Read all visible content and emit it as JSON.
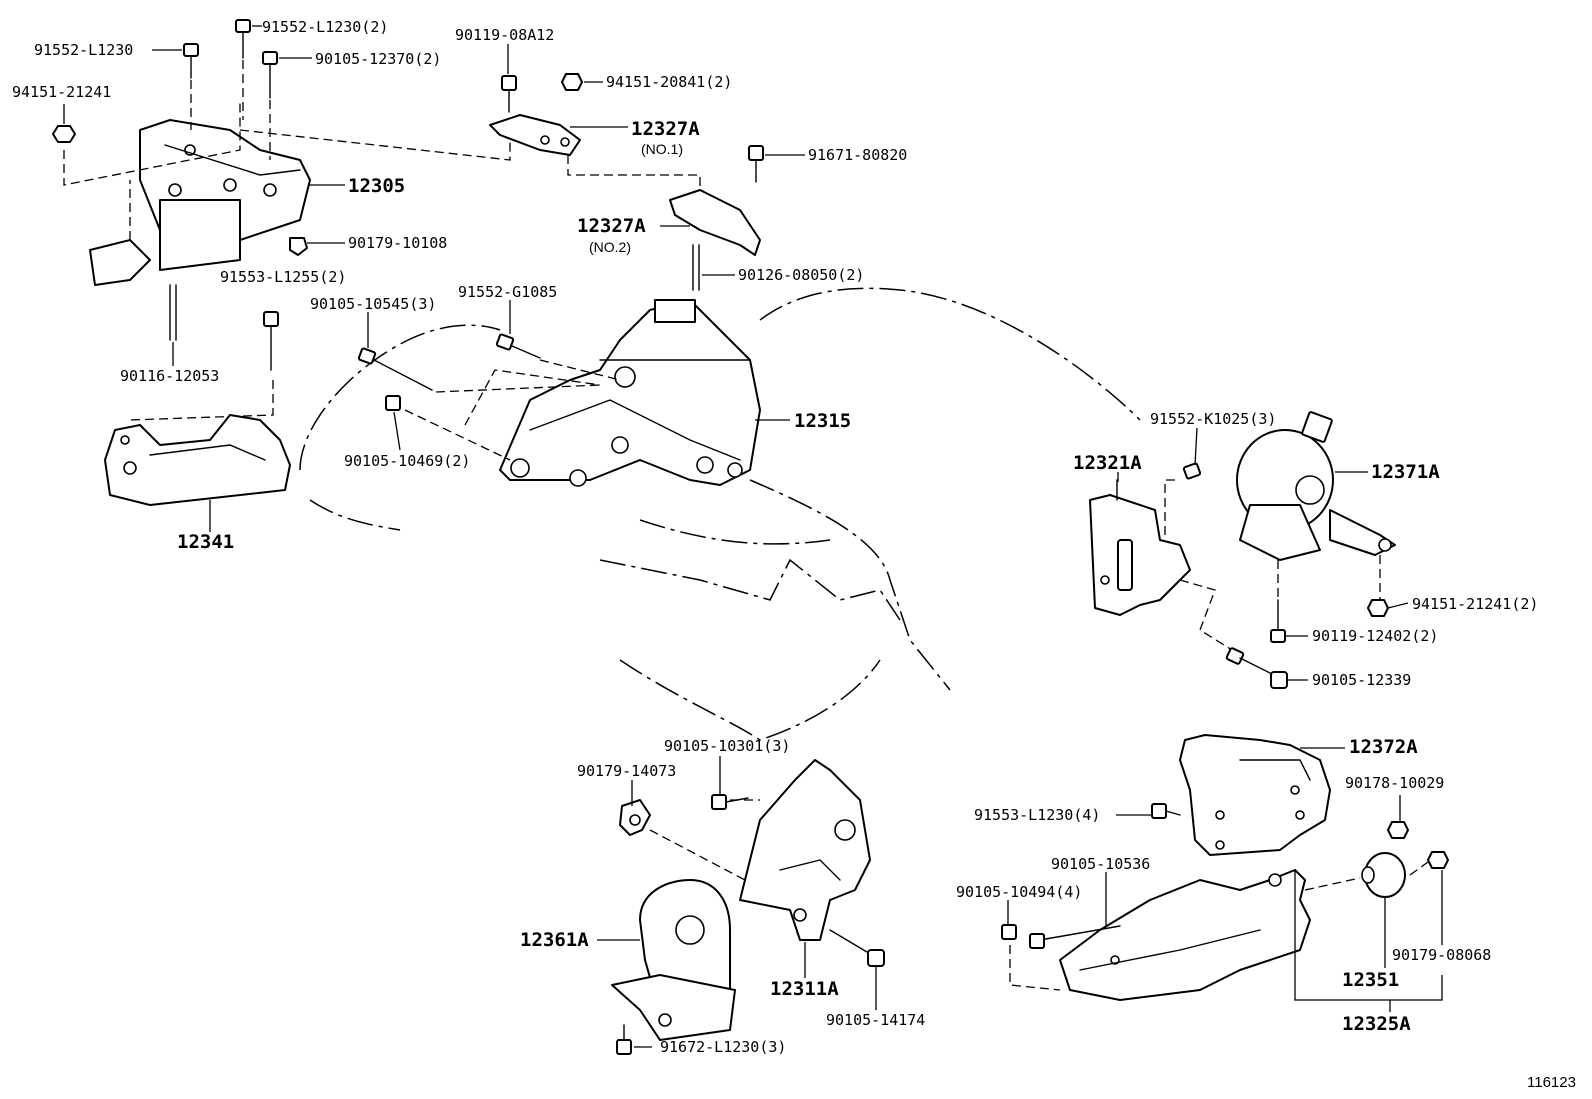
{
  "diagram": {
    "id": "116123",
    "parts": [
      {
        "key": "p91552L1230",
        "label": "91552-L1230"
      },
      {
        "key": "p91552L1230x2",
        "label": "91552-L1230(2)"
      },
      {
        "key": "p90105_12370",
        "label": "90105-12370(2)"
      },
      {
        "key": "p94151_21241a",
        "label": "94151-21241"
      },
      {
        "key": "p90119_08A12",
        "label": "90119-08A12"
      },
      {
        "key": "p94151_20841",
        "label": "94151-20841(2)"
      },
      {
        "key": "p12327A_1",
        "label": "12327A"
      },
      {
        "key": "p12327A_1n",
        "label": "(NO.1)"
      },
      {
        "key": "p91671_80820",
        "label": "91671-80820"
      },
      {
        "key": "p12305",
        "label": "12305"
      },
      {
        "key": "p90179_10108",
        "label": "90179-10108"
      },
      {
        "key": "p12327A_2",
        "label": "12327A"
      },
      {
        "key": "p12327A_2n",
        "label": "(NO.2)"
      },
      {
        "key": "p91553_L1255",
        "label": "91553-L1255(2)"
      },
      {
        "key": "p90126_08050",
        "label": "90126-08050(2)"
      },
      {
        "key": "p90105_10545",
        "label": "90105-10545(3)"
      },
      {
        "key": "p91552_G1085",
        "label": "91552-G1085"
      },
      {
        "key": "p90116_12053",
        "label": "90116-12053"
      },
      {
        "key": "p12315",
        "label": "12315"
      },
      {
        "key": "p91552_K1025",
        "label": "91552-K1025(3)"
      },
      {
        "key": "p12321A",
        "label": "12321A"
      },
      {
        "key": "p12371A",
        "label": "12371A"
      },
      {
        "key": "p90105_10469",
        "label": "90105-10469(2)"
      },
      {
        "key": "p12341",
        "label": "12341"
      },
      {
        "key": "p94151_21241b",
        "label": "94151-21241(2)"
      },
      {
        "key": "p90119_12402",
        "label": "90119-12402(2)"
      },
      {
        "key": "p90105_12339",
        "label": "90105-12339"
      },
      {
        "key": "p90105_10301",
        "label": "90105-10301(3)"
      },
      {
        "key": "p90179_14073",
        "label": "90179-14073"
      },
      {
        "key": "p12372A",
        "label": "12372A"
      },
      {
        "key": "p90178_10029",
        "label": "90178-10029"
      },
      {
        "key": "p91553_L1230",
        "label": "91553-L1230(4)"
      },
      {
        "key": "p90105_10536",
        "label": "90105-10536"
      },
      {
        "key": "p90105_10494",
        "label": "90105-10494(4)"
      },
      {
        "key": "p12361A",
        "label": "12361A"
      },
      {
        "key": "p12311A",
        "label": "12311A"
      },
      {
        "key": "p90179_08068",
        "label": "90179-08068"
      },
      {
        "key": "p12351",
        "label": "12351"
      },
      {
        "key": "p90105_14174",
        "label": "90105-14174"
      },
      {
        "key": "p12325A",
        "label": "12325A"
      },
      {
        "key": "p91672_L1230",
        "label": "91672-L1230(3)"
      }
    ]
  }
}
